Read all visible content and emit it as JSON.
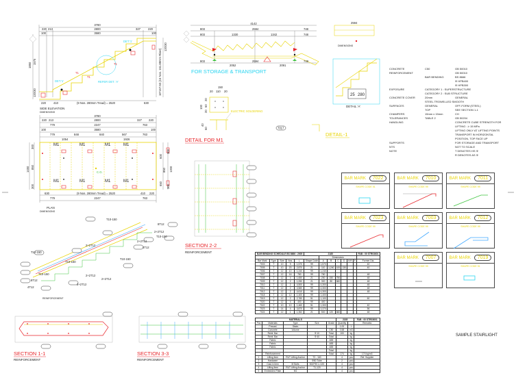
{
  "side_elevation": {
    "title": "SIDE ELEVATION",
    "subtitle": "DIMENSIONS",
    "dims_top": [
      "3780",
      "220",
      "213",
      "2800",
      "327",
      "220",
      "100",
      "3580",
      "100"
    ],
    "dims_left": [
      "1850",
      "1575",
      "120/30"
    ],
    "dims_right": [
      "16*167.50 (16 Nos. 161.88mm Riser)",
      "120/30"
    ],
    "dims_bottom": [
      "220",
      "410",
      "(9 Nos. 280mm Tread) = 2520",
      "630"
    ],
    "labels": [
      "DET.'1'",
      "DET.'1'",
      "REFER DET. 'A'",
      "T1",
      "T1",
      "T1"
    ]
  },
  "plan": {
    "title": "PLAN",
    "subtitle": "DIMENSIONS",
    "dims_top": [
      "3780",
      "220",
      "213",
      "2800",
      "327",
      "220",
      "779",
      "2247",
      "763",
      "100",
      "3580",
      "100",
      "779",
      "848",
      "840",
      "567",
      "763",
      "1054",
      "1926"
    ],
    "dims_left": [
      "1450",
      "300",
      "850",
      "300"
    ],
    "dims_right": [
      "600",
      "850",
      "650",
      "1200",
      "300",
      "300"
    ],
    "dims_bottom": [
      "630",
      "(9 Nos. 280mm Tread) = 2520",
      "410",
      "220",
      "779",
      "2247",
      "763"
    ],
    "marker": "M1",
    "center_label": "C.G."
  },
  "storage": {
    "title": "FOR STORAGE & TRANSPORT",
    "dims": [
      "4142",
      "803",
      "2594",
      "748",
      "803",
      "1330",
      "1342",
      "748",
      "803",
      "2594",
      "748",
      "2052",
      "2091"
    ]
  },
  "detail_m1": {
    "title": "DETAIL FOR M1",
    "dims": [
      "150",
      "20",
      "110",
      "20",
      "100",
      "20",
      "60",
      "20"
    ],
    "soldering": "ELECTRIC SOLDERING",
    "side_dims": [
      "40",
      "60"
    ]
  },
  "detail_a": {
    "title": "DETAIL 'A'",
    "dims": [
      "25",
      "280"
    ]
  },
  "detail_1": {
    "title": "DETAIL-1"
  },
  "section_2_2": {
    "title": "SECTION 2-2",
    "subtitle": "REINFORCEMENT",
    "tag": "7017"
  },
  "section_main": {
    "subtitle": "REINFORCEMENT",
    "callouts": [
      "T10-150",
      "8T12",
      "2+2T12",
      "T10-150",
      "2+2T12",
      "T10-150",
      "T10-150",
      "2+2T12",
      "8T12",
      "2+2T12",
      "4T12",
      "2+2T12",
      "T10-150",
      "T10-150",
      "4T12",
      "2+2T12"
    ]
  },
  "section_1_1": {
    "title": "SECTION 1-1",
    "subtitle": "REINFORCEMENT"
  },
  "section_3_3": {
    "title": "SECTION 3-3",
    "subtitle": "REINFORCEMENT"
  },
  "notes": [
    [
      "CONCRETE",
      "C50",
      "GB 50010"
    ],
    [
      "REINFORCEMENT",
      "",
      "GB 50010"
    ],
    [
      "",
      "BAR BENDING",
      "BS 8666"
    ],
    [
      "",
      "",
      "Φ HPB400"
    ],
    [
      "",
      "",
      "Φ HPB300"
    ],
    [
      "EXPOSURE",
      "CATEGORY 1 : SUPERSTRUCTURE",
      ""
    ],
    [
      "",
      "CATEGORY 2 : SUB STRUCTURE",
      ""
    ],
    [
      "CONCRETE COVER",
      "20mm",
      "GENERAL"
    ],
    [
      "",
      "STEEL TROWELLED SMOOTH",
      ""
    ],
    [
      "SURFACES",
      "GENERAL",
      "OFF-FORM (STEEL)"
    ],
    [
      "",
      "TOP",
      "SEE SECTION 1-1"
    ],
    [
      "CHAMFERS",
      "15mm x 15mm",
      "CH"
    ],
    [
      "TOLERANCES",
      "TABLE 2",
      "GB 50204"
    ],
    [
      "HANDLING",
      "",
      "CONCRETE CUBE STRENGTH FOR"
    ],
    [
      "",
      "",
      "LIFTING : ≥ 15 MPa"
    ],
    [
      "",
      "",
      "LIFTING ONLY AT LIFTING POINTS"
    ],
    [
      "",
      "",
      "TRANSPORT IN HORIZONTAL"
    ],
    [
      "",
      "",
      "POSITION, TOP FACE UP"
    ],
    [
      "SUPPORTS",
      "",
      "FOR STORAGE AND TRANSPORT"
    ],
    [
      "NTS",
      "",
      "NOT TO SCALE"
    ],
    [
      "NOTE",
      "",
      "T DENOTES HS Φ"
    ],
    [
      "",
      "",
      "R DENOTES AS Φ"
    ]
  ],
  "bar_marks": {
    "label": "BAR MARK",
    "items": [
      {
        "mark": "7022",
        "shape": "SHAPE CODE 51"
      },
      {
        "mark": "7010",
        "shape": "SHAPE CODE 99"
      },
      {
        "mark": "7011",
        "shape": "SHAPE CODE 99"
      },
      {
        "mark": "7023",
        "shape": "SHAPE CODE 99"
      },
      {
        "mark": "7003",
        "shape": "SHAPE CODE 99"
      },
      {
        "mark": "7012",
        "shape": "SHAPE CODE 99"
      },
      {
        "mark": "7007",
        "shape": "SHAPE CODE 99"
      },
      {
        "mark": "7019",
        "shape": "SHAPE CODE 51"
      }
    ]
  },
  "bbs": {
    "title": "BAR BENDING SCHEDULE",
    "standard": "BS 8666 : 2005",
    "code": "2185",
    "fab": "FAB : 00",
    "ref": "STR03601",
    "headers": [
      "Bar Mark",
      "Type",
      "Size",
      "Nos.",
      "L",
      "Shape Code",
      "A",
      "B",
      "C",
      "D",
      "E/R",
      "F",
      "Former Dia."
    ],
    "dim_header": "Dimensions",
    "rows": [
      [
        "7003",
        "T",
        "10",
        "9",
        "1,570",
        "99",
        "1,570",
        "",
        "",
        "",
        "",
        "",
        "40"
      ],
      [
        "7005",
        "T",
        "10",
        "20",
        "2,870",
        "21",
        "110",
        "1,240",
        "100",
        "130",
        "",
        "",
        "40"
      ],
      [
        "7006",
        "T",
        "12",
        "10",
        "1,240",
        "99",
        "1,240",
        "",
        "",
        "",
        "",
        "",
        ""
      ],
      [
        "7007",
        "T",
        "12",
        "16",
        "780",
        "99",
        "780",
        "",
        "",
        "",
        "",
        "",
        "48"
      ],
      [
        "7008",
        "T",
        "12",
        "4",
        "1,650",
        "21",
        "250",
        "150",
        "750",
        "",
        "",
        "",
        "48"
      ],
      [
        "7009",
        "T",
        "12",
        "2",
        "1,050",
        "21",
        "300",
        "80",
        "660",
        "",
        "",
        "",
        "48"
      ],
      [
        "7010",
        "T",
        "12",
        "2",
        "4,500",
        "99",
        "4,300",
        "",
        "",
        "",
        "",
        "",
        "48"
      ],
      [
        "7011",
        "T",
        "12",
        "2",
        "4,580",
        "99",
        "4,300",
        "",
        "",
        "",
        "",
        "",
        "48"
      ],
      [
        "7012",
        "T",
        "12",
        "2",
        "4,610",
        "99",
        "4,300",
        "",
        "",
        "",
        "",
        "",
        "48"
      ],
      [
        "7018",
        "T",
        "12",
        "12",
        "1,400",
        "99",
        "1,400",
        "",
        "",
        "",
        "",
        "",
        ""
      ],
      [
        "7019",
        "T",
        "12",
        "2",
        "2,780",
        "51",
        "1,100",
        "",
        "",
        "",
        "",
        "",
        "60"
      ],
      [
        "7020",
        "T",
        "12",
        "4",
        "400",
        "99",
        "400",
        "",
        "",
        "",
        "",
        "",
        ""
      ],
      [
        "7022",
        "T",
        "10",
        "10",
        "1,460",
        "51",
        "1,300",
        "",
        "",
        "",
        "",
        "",
        "40"
      ],
      [
        "7023",
        "T",
        "14",
        "4",
        "3,870",
        "99",
        "3,370",
        "",
        "",
        "",
        "",
        "",
        "56"
      ],
      [
        "7024",
        "T",
        "12",
        "1",
        "1,352",
        "21",
        "500",
        "120",
        "660",
        "",
        "",
        "",
        "48"
      ]
    ]
  },
  "materials": {
    "title": "MATERIALS",
    "code": "2185",
    "fab": "FAB : 00",
    "ref": "STR03601",
    "headers": [
      "Pos",
      "Materials",
      "Type",
      "Size",
      "Grade",
      "Quantity",
      "",
      "Remarks"
    ],
    "rows": [
      [
        "",
        "Precast",
        "Stairs",
        "",
        "",
        "1.00",
        "t",
        ""
      ],
      [
        "",
        "Concrete",
        "Volume",
        "",
        "C50",
        "0.58",
        "m3",
        ""
      ],
      [
        "",
        "Reinf. Bar",
        "",
        "Φ 10",
        "Total",
        "100",
        "kg",
        ""
      ],
      [
        "",
        "Reinf. Bar",
        "",
        "Φ 40",
        "Total",
        "",
        "kg",
        ""
      ],
      [
        "",
        "Fabric",
        "",
        "",
        "A55",
        "",
        "kg",
        ""
      ],
      [
        "",
        "Fabric",
        "",
        "",
        "A55",
        "",
        "kg",
        ""
      ],
      [
        "",
        "Fabric",
        "",
        "",
        "A55",
        "",
        "kg",
        ""
      ],
      [
        "",
        "",
        "",
        "",
        "Total",
        "",
        "kg",
        ""
      ],
      [
        "",
        "Reinforcement",
        "",
        "",
        "Total",
        "174",
        "kg",
        "174 kg/m3"
      ],
      [
        "1",
        "Lifting Item",
        "RUT Lifting Anchor",
        "T2 - 160",
        "",
        "4",
        "pcs",
        "Ref. Supplier"
      ],
      [
        "2",
        "Hardware",
        "",
        "Φ50 Tube",
        "",
        "2",
        "pcs",
        ""
      ],
      [
        "3",
        "Cast-in item",
        "M Bolts",
        "M10*90 L=120",
        "",
        "4",
        "pcs",
        ""
      ],
      [
        "4",
        "Lifting Item",
        "RUT Lifting Anchor",
        "T1-120",
        "",
        "4",
        "pcs",
        ""
      ],
      [
        "5",
        "Embedded Plate",
        "M1",
        "",
        "",
        "4",
        "pcs",
        ""
      ]
    ]
  },
  "footer_label": "SAMPLE STAIRLIGHT",
  "colors": {
    "cad_yellow": "#e8d400",
    "cad_cyan": "#29d4f0",
    "cad_red": "#e8252a",
    "cad_green": "#3ec43e",
    "cad_blue": "#3fa8ff"
  }
}
